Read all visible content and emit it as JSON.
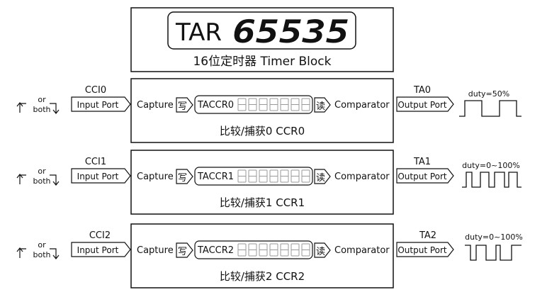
{
  "timer": {
    "register_label": "TAR",
    "counter_value": "65535",
    "caption": "16位定时器  Timer Block"
  },
  "channels": [
    {
      "input_signal": "CCI0",
      "edge_or": "or",
      "edge_both": "both",
      "input_port": "Input Port",
      "capture": "Capture",
      "write_char": "写",
      "register": "TACCR0",
      "read_char": "读",
      "comparator": "Comparator",
      "output_signal": "TA0",
      "output_port": "Output Port",
      "duty": "duty=50%",
      "caption": "比较/捕获0    CCR0"
    },
    {
      "input_signal": "CCI1",
      "edge_or": "or",
      "edge_both": "both",
      "input_port": "Input Port",
      "capture": "Capture",
      "write_char": "写",
      "register": "TACCR1",
      "read_char": "读",
      "comparator": "Comparator",
      "output_signal": "TA1",
      "output_port": "Output Port",
      "duty": "duty=0~100%",
      "caption": "比较/捕获1    CCR1"
    },
    {
      "input_signal": "CCI2",
      "edge_or": "or",
      "edge_both": "both",
      "input_port": "Input Port",
      "capture": "Capture",
      "write_char": "写",
      "register": "TACCR2",
      "read_char": "读",
      "comparator": "Comparator",
      "output_signal": "TA2",
      "output_port": "Output Port",
      "duty": "duty=0~100%",
      "caption": "比较/捕获2    CCR2"
    }
  ]
}
